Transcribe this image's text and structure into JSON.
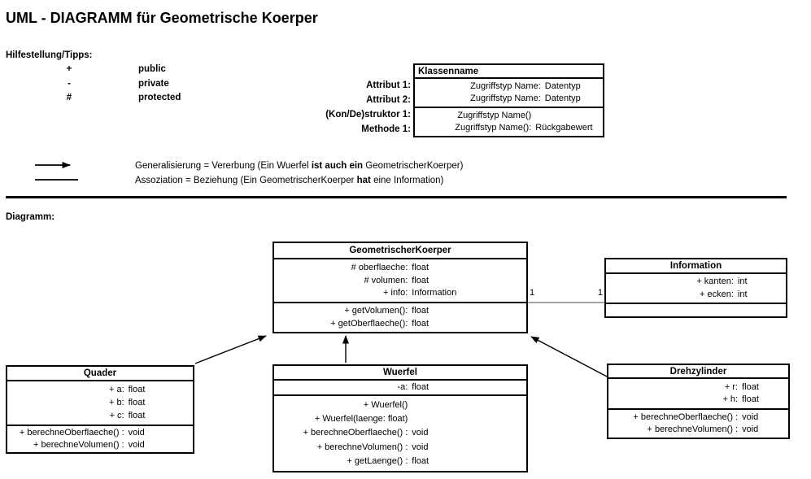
{
  "title": "UML - DIAGRAMM für Geometrische Koerper",
  "help": {
    "heading": "Hilfestellung/Tipps:",
    "visibility": [
      {
        "symbol": "+",
        "label": "public"
      },
      {
        "symbol": "-",
        "label": "private"
      },
      {
        "symbol": "#",
        "label": "protected"
      }
    ],
    "template_labels": [
      "Attribut 1:",
      "Attribut 2:",
      "(Kon/De)struktor 1:",
      "Methode 1:"
    ],
    "template_class": {
      "name": "Klassenname",
      "attributes": [
        {
          "l": "Zugriffstyp Name:",
          "r": "Datentyp"
        },
        {
          "l": "Zugriffstyp Name:",
          "r": "Datentyp"
        }
      ],
      "methods": [
        {
          "l": "Zugriffstyp Name()",
          "r": ""
        },
        {
          "l": "Zugriffstyp Name():",
          "r": "Rückgabewert"
        }
      ]
    },
    "legend": [
      {
        "symbol": "generalization-arrow",
        "pre": "Generalisierung = Vererbung (Ein Wuerfel ",
        "bold": "ist auch ein",
        "post": " GeometrischerKoerper)"
      },
      {
        "symbol": "association-line",
        "pre": "Assoziation = Beziehung (Ein GeometrischerKoerper ",
        "bold": "hat",
        "post": " eine Information)"
      }
    ]
  },
  "diagram": {
    "heading": "Diagramm:",
    "classes": {
      "gk": {
        "name": "GeometrischerKoerper",
        "attributes": [
          {
            "l": "# oberflaeche:",
            "r": "float"
          },
          {
            "l": "# volumen:",
            "r": "float"
          },
          {
            "l": "+ info:",
            "r": "Information"
          }
        ],
        "methods": [
          {
            "l": "+ getVolumen():",
            "r": "float"
          },
          {
            "l": "+ getOberflaeche():",
            "r": "float"
          }
        ]
      },
      "information": {
        "name": "Information",
        "attributes": [
          {
            "l": "+ kanten:",
            "r": "int"
          },
          {
            "l": "+ ecken:",
            "r": "int"
          }
        ],
        "methods": []
      },
      "quader": {
        "name": "Quader",
        "attributes": [
          {
            "l": "+ a:",
            "r": "float"
          },
          {
            "l": "+ b:",
            "r": "float"
          },
          {
            "l": "+ c:",
            "r": "float"
          }
        ],
        "methods": [
          {
            "l": "+ berechneOberflaeche() :",
            "r": "void"
          },
          {
            "l": "+ berechneVolumen() :",
            "r": "void"
          }
        ]
      },
      "wuerfel": {
        "name": "Wuerfel",
        "attributes": [
          {
            "l": "-a:",
            "r": "float"
          }
        ],
        "methods": [
          {
            "l": "+ Wuerfel()",
            "r": ""
          },
          {
            "l": "+ Wuerfel(laenge: float)",
            "r": ""
          },
          {
            "l": "+ berechneOberflaeche() :",
            "r": "void"
          },
          {
            "l": "+ berechneVolumen() :",
            "r": "void"
          },
          {
            "l": "+ getLaenge() :",
            "r": "float"
          }
        ]
      },
      "drehzylinder": {
        "name": "Drehzylinder",
        "attributes": [
          {
            "l": "+ r:",
            "r": "float"
          },
          {
            "l": "+ h:",
            "r": "float"
          }
        ],
        "methods": [
          {
            "l": "+ berechneOberflaeche() :",
            "r": "void"
          },
          {
            "l": "+ berechneVolumen() :",
            "r": "void"
          }
        ]
      }
    },
    "association": {
      "from": "GeometrischerKoerper",
      "to": "Information",
      "left_label": "1",
      "right_label": "1"
    },
    "generalizations": [
      "Quader",
      "Wuerfel",
      "Drehzylinder"
    ]
  },
  "colors": {
    "text": "#000000",
    "border": "#000000",
    "association_line": "#707070",
    "background": "#ffffff"
  }
}
